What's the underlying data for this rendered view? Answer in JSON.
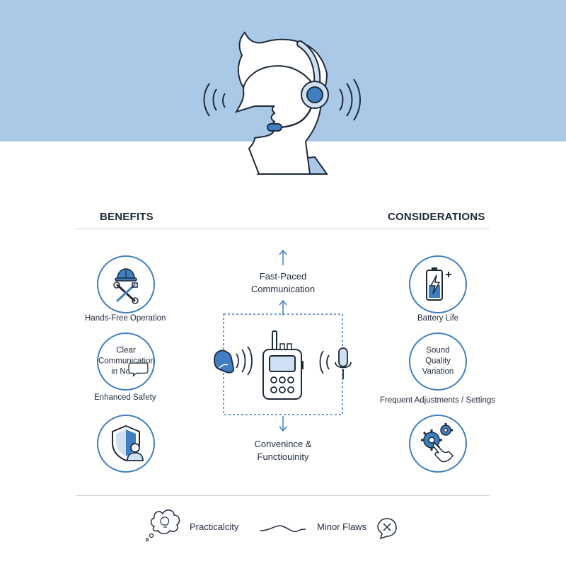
{
  "headings": {
    "benefits": "BENEFITS",
    "considerations": "CONSIDERATIONS"
  },
  "benefits": {
    "hands_free": {
      "label": "Hands-Free Operation",
      "icon": "hardhat-tools-icon"
    },
    "clear_comm": {
      "text": [
        "Clear",
        "Communication",
        "in Noise"
      ],
      "icon": "chat-bubble-icon"
    },
    "safety": {
      "label": "Enhanced Safety",
      "icon": "shield-person-icon"
    }
  },
  "considerations": {
    "battery": {
      "label": "Battery Life",
      "icon": "battery-charging-icon"
    },
    "sound": {
      "text": [
        "Sound",
        "Quality",
        "Variation"
      ]
    },
    "adjust": {
      "label": "Frequent Adjustments / Settings",
      "icon": "gears-hand-icon"
    }
  },
  "center": {
    "top_label": [
      "Fast-Paced",
      "Communication"
    ],
    "bottom_label": [
      "Convenince &",
      "Functiouinity"
    ],
    "device_icon": "walkie-talkie-icon"
  },
  "footer": {
    "left": "Practicalcity",
    "right": "Minor Flaws"
  },
  "colors": {
    "accent": "#3f7fc1",
    "hero_bg": "#a9c9e6",
    "line": "#1f2a3a",
    "light_fill": "#cfe0f3"
  }
}
